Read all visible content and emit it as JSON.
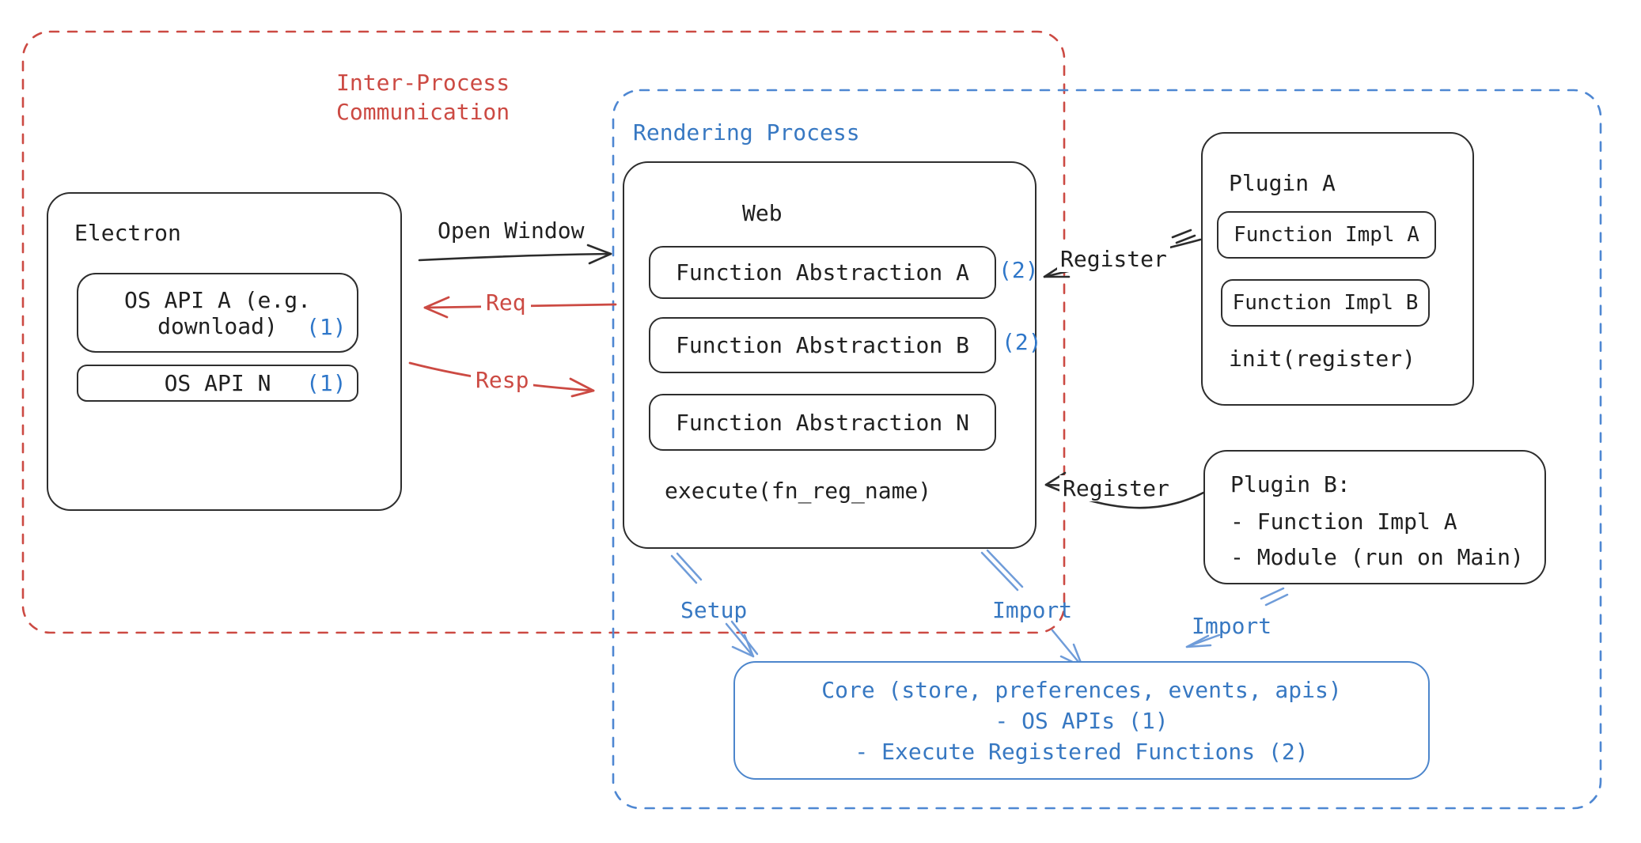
{
  "colors": {
    "red": "#cc4a43",
    "blue": "#3778c2",
    "blue_light": "#6f9cd9",
    "badge_blue": "#2f77c9",
    "ink": "#202020"
  },
  "ipc": {
    "label": "Inter-Process\nCommunication"
  },
  "rendering": {
    "label": "Rendering Process"
  },
  "electron": {
    "title": "Electron",
    "os_api_a_line1": "OS API A (e.g.",
    "os_api_a_line2": "download)",
    "os_api_a_badge": "(1)",
    "os_api_n_label": "OS API N",
    "os_api_n_badge": "(1)"
  },
  "web": {
    "title": "Web",
    "fn_abstraction_a": "Function Abstraction A",
    "fn_abstraction_a_badge": "(2)",
    "fn_abstraction_b": "Function Abstraction B",
    "fn_abstraction_b_badge": "(2)",
    "fn_abstraction_n": "Function Abstraction N",
    "execute_label": "execute(fn_reg_name)"
  },
  "plugin_a": {
    "title": "Plugin A",
    "fn_impl_a": "Function Impl A",
    "fn_impl_b": "Function Impl B",
    "init_label": "init(register)"
  },
  "plugin_b": {
    "title": "Plugin B:",
    "item1": "- Function Impl A",
    "item2": "- Module (run on Main)"
  },
  "core": {
    "line1": "Core (store, preferences, events, apis)",
    "line2": "- OS APIs (1)",
    "line3": "- Execute Registered Functions (2)"
  },
  "arrows": {
    "open_window": "Open Window",
    "req": "Req",
    "resp": "Resp",
    "register_top": "Register",
    "register_bottom": "Register",
    "setup": "Setup",
    "import_mid": "Import",
    "import_right": "Import"
  }
}
